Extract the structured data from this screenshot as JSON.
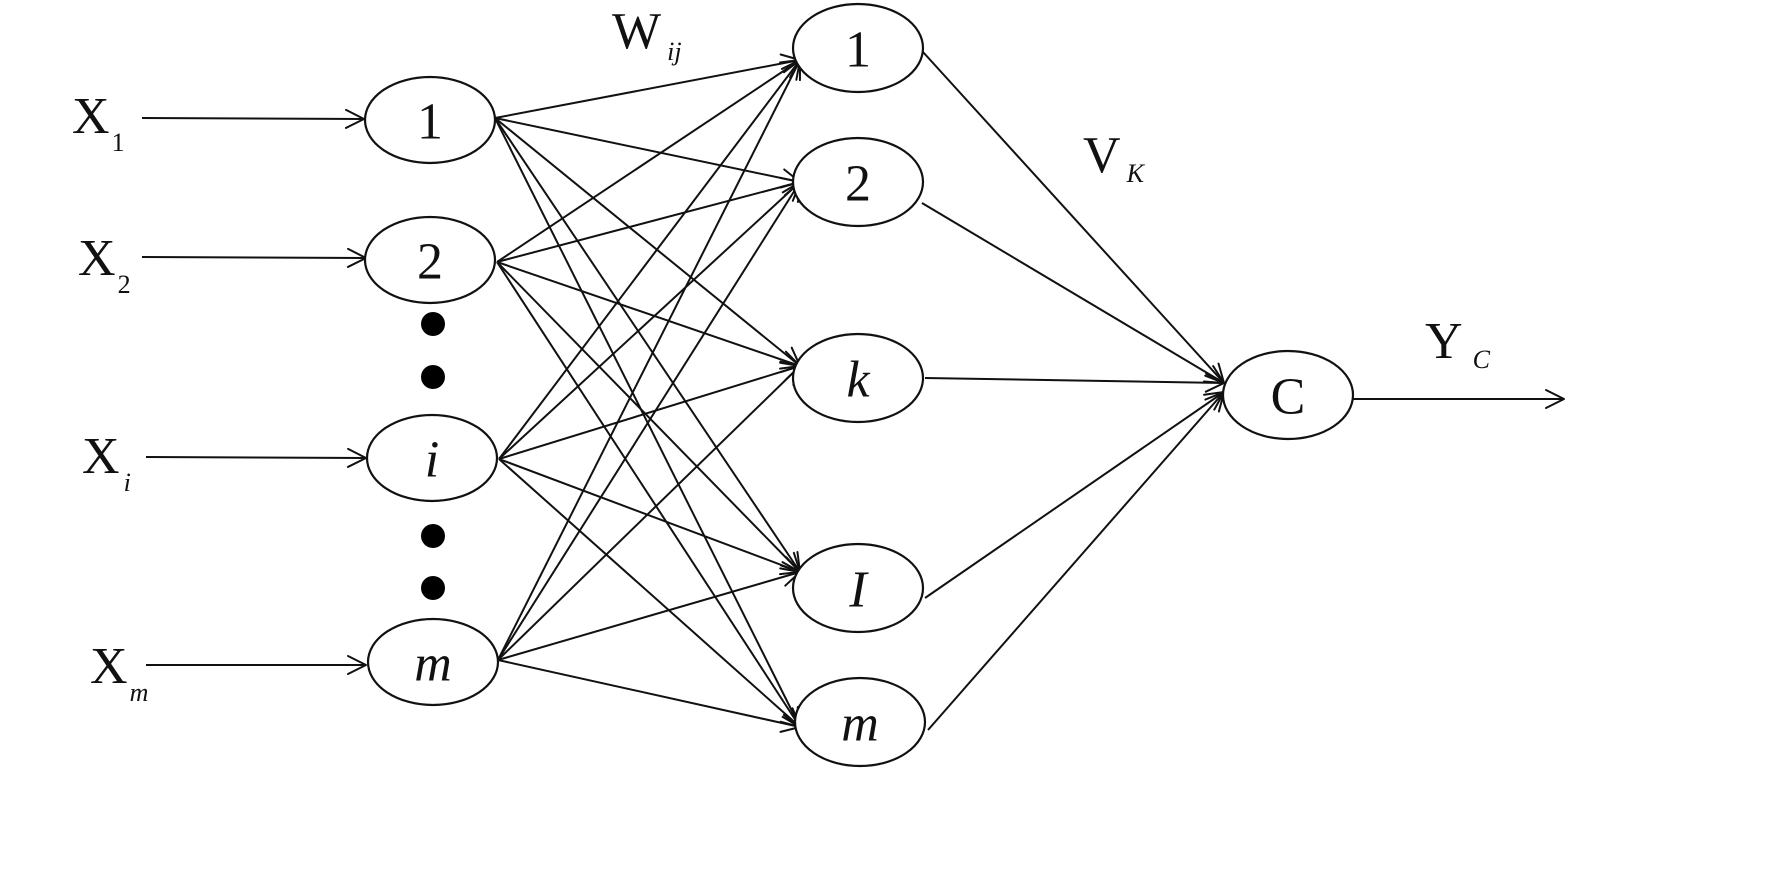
{
  "inputs": [
    {
      "main": "X",
      "sub": "1"
    },
    {
      "main": "X",
      "sub": "2"
    },
    {
      "main": "X",
      "sub": "i"
    },
    {
      "main": "X",
      "sub": "m"
    }
  ],
  "input_nodes": [
    "1",
    "2",
    "i",
    "m"
  ],
  "hidden_nodes": [
    "1",
    "2",
    "k",
    "I",
    "m"
  ],
  "output_node": "C",
  "weights_label": {
    "main": "W",
    "sub": "ij"
  },
  "hidden_weights_label": {
    "main": "V",
    "sub": "K"
  },
  "output_label": {
    "main": "Y",
    "sub": "C"
  }
}
